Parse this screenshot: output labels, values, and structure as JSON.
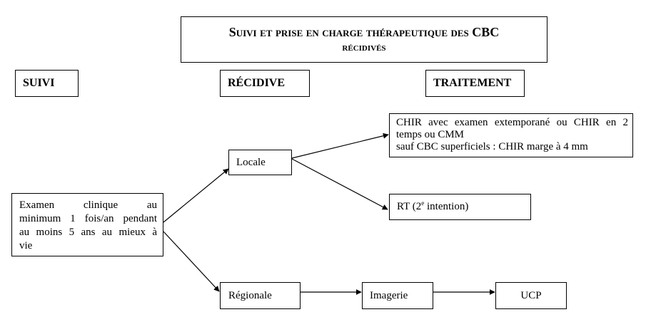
{
  "title": {
    "line1": "Suivi et prise en charge thérapeutique des CBC",
    "line2": "récidivés"
  },
  "headers": {
    "suivi": "SUIVI",
    "recidive": "RÉCIDIVE",
    "traitement": "TRAITEMENT"
  },
  "nodes": {
    "examen": {
      "line1": "Examen clinique au",
      "line2": "minimum 1 fois/an pendant",
      "line3": "au moins 5 ans au mieux à",
      "line4": "vie"
    },
    "locale": "Locale",
    "regionale": "Régionale",
    "chir": {
      "line1": "CHIR avec examen extemporané ou CHIR en 2",
      "line2": "temps ou CMM",
      "line3": "sauf CBC superficiels : CHIR marge à 4 mm"
    },
    "rt": {
      "before": "RT (2",
      "sup": "e",
      "after": " intention)"
    },
    "imagerie": "Imagerie",
    "ucp": "UCP"
  }
}
